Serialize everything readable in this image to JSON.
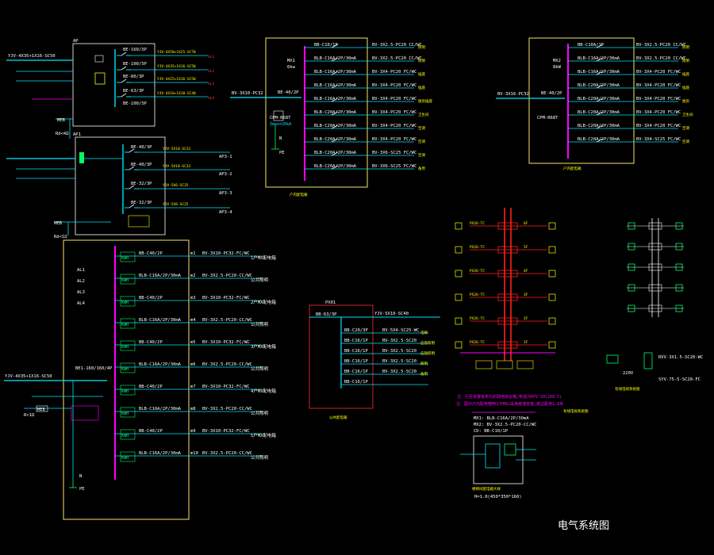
{
  "title": "电气系统图",
  "colors": {
    "background": "#000000",
    "frame": "#f5e66a",
    "busbar": "#ff00ff",
    "wire": "#00e5ff",
    "label": "#ffffff",
    "riser": "#ff2020",
    "ground": "#00ff66"
  },
  "panel_ap": {
    "name": "AP",
    "incoming": "YJV-4X35+1X16-SC50",
    "breakers": [
      "BE-160/3P",
      "BE-100/3P",
      "BE-80/3P",
      "BE-63/3P",
      "BE-100/3P"
    ],
    "cables": [
      "YJV-4X50+1X25-SC70",
      "YJV-4X35+1X16-SC50",
      "YJV-4X25+1X16-SC50",
      "YJV-4X16+1X10-SC40"
    ],
    "targets": [
      "AL1",
      "AL2",
      "AL3",
      "AL4"
    ],
    "meb": "MEB",
    "ground": "Rd<4Ω"
  },
  "panel_ap1": {
    "name": "AP1",
    "breakers": [
      "BE-40/3P",
      "BE-40/3P",
      "BE-32/3P",
      "BE-32/3P"
    ],
    "cables": [
      "YJV-5X10-SC32",
      "YJV-5X10-SC32",
      "YJV-5X6-SC25",
      "YJV-5X6-SC25"
    ],
    "targets": [
      "AP3-1",
      "AP3-2",
      "AP3-3",
      "AP3-4"
    ],
    "meb": "MEB",
    "ground": "Rd<1Ω"
  },
  "panel_mx1": {
    "name": "MX1",
    "kw": "6kw",
    "caption": "户内配电箱",
    "incoming": "BV-3X10-PC32",
    "main": "BE-40/2P",
    "spd": "CPM-R68T",
    "spd_note": "Imax=20kA",
    "pe": "PE",
    "n": "N",
    "circuits": [
      {
        "breaker": "BB-C10/1P",
        "cable": "BV-3X2.5-PC20 CC/WC",
        "load": "照明"
      },
      {
        "breaker": "BLB-C16A/2P/30mA",
        "cable": "BV-3X2.5-PC20 CC/WC",
        "load": "照明"
      },
      {
        "breaker": "BLB-C16A/2P/30mA",
        "cable": "BV-3X4-PC20 FC/WC",
        "load": "插座"
      },
      {
        "breaker": "BLB-C16A/2P/30mA",
        "cable": "BV-3X4-PC20 FC/WC",
        "load": "插座"
      },
      {
        "breaker": "BLB-C16A/2P/30mA",
        "cable": "BV-3X4-PC20 FC/WC",
        "load": "厨房插座"
      },
      {
        "breaker": "BLB-C20A/2P/30mA",
        "cable": "BV-3X4-PC20 FC/WC",
        "load": "卫生间"
      },
      {
        "breaker": "BLB-C20A/2P/30mA",
        "cable": "BV-3X4-PC20 FC/WC",
        "load": "空调"
      },
      {
        "breaker": "BLB-C20A/2P/30mA",
        "cable": "BV-3X4-PC20 FC/WC",
        "load": "空调"
      },
      {
        "breaker": "BLB-C20A/2P/30mA",
        "cable": "BV-3X6-SC25 FC/WC",
        "load": "空调"
      },
      {
        "breaker": "BLB-C20A/2P/30mA",
        "cable": "BV-3X6-SC25 FC/WC",
        "load": "备用"
      }
    ]
  },
  "panel_mx2": {
    "name": "MX2",
    "kw": "8kW",
    "caption": "户内配电箱",
    "incoming": "BV-3X16-PC32",
    "main": "BE-40/2P",
    "spd": "CPM-R68T",
    "circuits": [
      {
        "breaker": "BB-C10A/1P",
        "cable": "BV-3X2.5-PC20 CC/WC",
        "load": "照明"
      },
      {
        "breaker": "BLB-C16A/2P/30mA",
        "cable": "BV-3X2.5-PC20 CC/WC",
        "load": "照明"
      },
      {
        "breaker": "BLB-C16A/2P/30mA",
        "cable": "BV-3X4-PC20 FC/WC",
        "load": "插座"
      },
      {
        "breaker": "BLB-C20A/2P/30mA",
        "cable": "BV-3X4-PC20 FC/WC",
        "load": "插座"
      },
      {
        "breaker": "BLB-C20A/2P/30mA",
        "cable": "BV-3X4-PC20 FC/WC",
        "load": "厨房"
      },
      {
        "breaker": "BLB-C20A/2P/30mA",
        "cable": "BV-3X4-PC20 FC/WC",
        "load": "卫生间"
      },
      {
        "breaker": "BLB-C20A/2P/30mA",
        "cable": "BV-3X4-PC20 FC/WC",
        "load": "空调"
      },
      {
        "breaker": "BLB-C20A/2P/30mA",
        "cable": "BV-3X4-SC25 FC/WC",
        "load": "空调"
      }
    ]
  },
  "panel_al": {
    "labels": [
      "AL1",
      "AL2",
      "AL3",
      "AL4"
    ],
    "incoming": "YJV-4X35+1X16-SC50",
    "main": "BE1-160/160/4P",
    "meb": "MEB",
    "ground": "R<1Ω",
    "n": "N",
    "pe": "PE",
    "kwh": "KWH",
    "circuits": [
      {
        "breaker": "BB-C40/2P",
        "id": "m1",
        "cable": "BV-3X10-PC32-FC/WC",
        "load": "1户MX配电箱"
      },
      {
        "breaker": "BLB-C16A/2P/30mA",
        "id": "m2",
        "cable": "BV-3X2.5-PC20-CC/WC",
        "load": "公共照明"
      },
      {
        "breaker": "BB-C40/2P",
        "id": "m3",
        "cable": "BV-3X10-PC32-FC/WC",
        "load": "2户MX配电箱"
      },
      {
        "breaker": "BLB-C16A/2P/30mA",
        "id": "m4",
        "cable": "BV-3X2.5-PC20-CC/WC",
        "load": "公共照明"
      },
      {
        "breaker": "BB-C40/2P",
        "id": "m5",
        "cable": "BV-3X10-PC32-FC/WC",
        "load": "3户MX配电箱"
      },
      {
        "breaker": "BLB-C16A/2P/30mA",
        "id": "m6",
        "cable": "BV-3X2.5-PC20-CC/WC",
        "load": "公共照明"
      },
      {
        "breaker": "BB-C40/2P",
        "id": "m7",
        "cable": "BV-3X10-PC32-FC/WC",
        "load": "4户MX配电箱"
      },
      {
        "breaker": "BLB-C16A/2P/30mA",
        "id": "m8",
        "cable": "BV-3X2.5-PC20-CC/WC",
        "load": "公共照明"
      },
      {
        "breaker": "BB-C40/2P",
        "id": "m9",
        "cable": "BV-3X10-PC32-FC/WC",
        "load": "5户MX配电箱"
      },
      {
        "breaker": "BLB-C16A/2P/30mA",
        "id": "m10",
        "cable": "BV-3X2.5-PC20-CC/WC",
        "load": "公共照明"
      }
    ]
  },
  "panel_mid": {
    "name": "PX01",
    "incoming": "YJV-5X10-SC40",
    "main": "BB-63/3P",
    "breakers": [
      "BB-C20/3P",
      "BB-C16/1P",
      "BB-C16/1P",
      "BB-C16/1P",
      "BB-C16/1P",
      "BB-C16/1P"
    ],
    "cables": [
      "BV-5X4-SC25-WC",
      "BV-3X2.5-SC20",
      "BV-3X2.5-SC20",
      "BV-3X2.5-SC20",
      "BV-3X2.5-SC20"
    ],
    "loads": [
      "电梯",
      "应急照明",
      "应急照明",
      "照明",
      "备用"
    ],
    "caption": "公共配电箱"
  },
  "riser1": {
    "floors": [
      "6F",
      "5F",
      "4F",
      "3F",
      "2F",
      "1F"
    ],
    "box_label": "PX26-TC",
    "note": "注：引至本楼各单元的弱电综合箱,电话为HYV-20(2X0.5)"
  },
  "riser2": {
    "note": "有线电视系统图",
    "box_label": "RVV-3X1.5-SC20-WC",
    "amp": "220V",
    "feed": "SYV-75-5-SC20-FC"
  },
  "small_panel": {
    "caption": "楼梯间配电箱大样",
    "size": "H=1.0(450*350*160)",
    "lines": [
      "MX1: BLB-C16A/2P/30mA",
      "MX2: BV-3X2.5-PC20-CC/WC",
      "CD: BB-C10/1P"
    ]
  },
  "footnote": "注：图中户内配电箱MX1与MX2采用嵌墙安装,底边距地1.8米"
}
